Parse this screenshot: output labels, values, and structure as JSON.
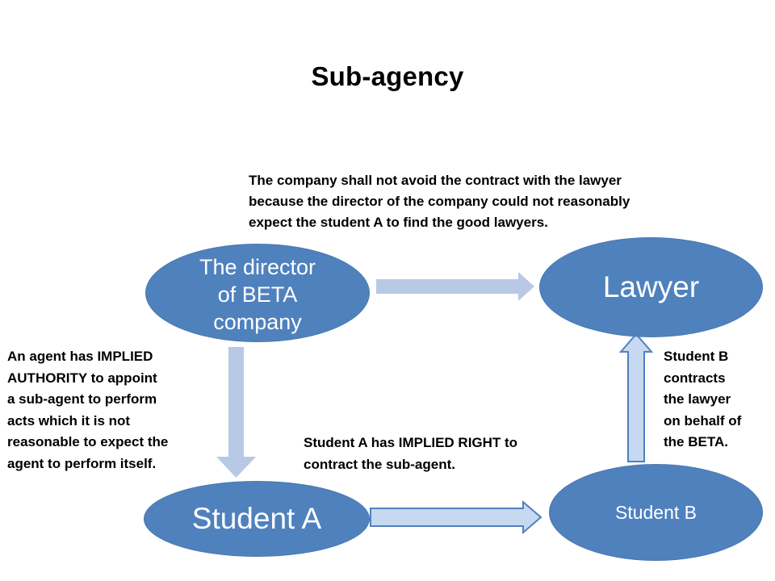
{
  "title": "Sub-agency",
  "nodes": {
    "director": "The director\nof BETA\ncompany",
    "lawyer": "Lawyer",
    "student_a": "Student A",
    "student_b": "Student B"
  },
  "notes": {
    "top": "The company shall not avoid the contract with the lawyer\nbecause the director of the company could not reasonably\nexpect the student A to find the good lawyers.",
    "left": "An agent has IMPLIED\nAUTHORITY to appoint\na sub-agent to perform\nacts which it is not\nreasonable to expect the\nagent to perform itself.",
    "middle": "Student A has IMPLIED RIGHT to\ncontract the sub-agent.",
    "right": "Student B\ncontracts\nthe lawyer\non behalf of\nthe BETA."
  },
  "colors": {
    "node_fill": "#4f81bd",
    "arrow_fill": "#b8c9e6",
    "arrow_fill_light": "#c6d9f1",
    "arrow_stroke": "#4f81bd"
  }
}
